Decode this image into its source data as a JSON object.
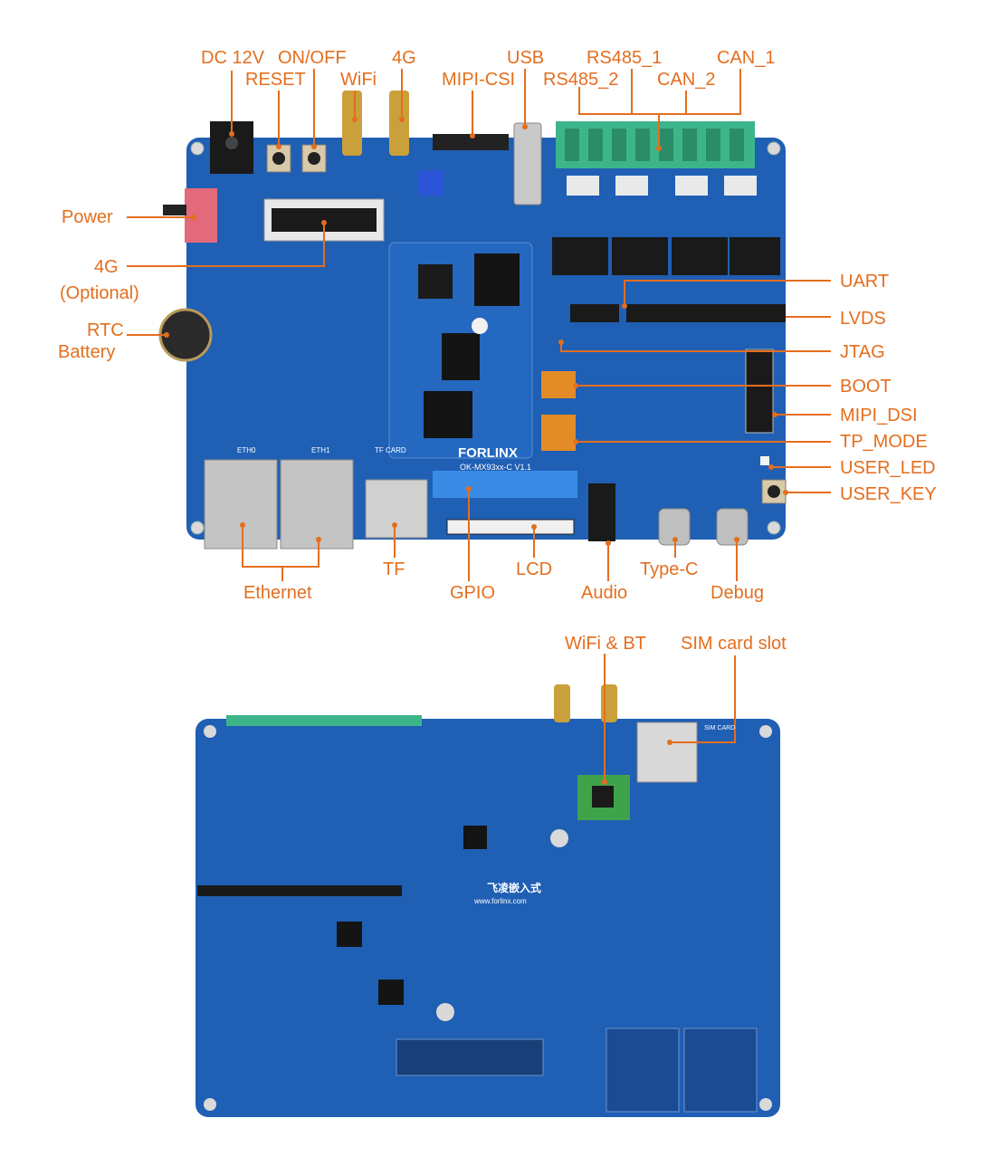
{
  "colors": {
    "label": "#e46e1e",
    "pcb": "#1f5fb4",
    "pcb_dark": "#184f98",
    "terminal": "#3db58a"
  },
  "top_board": {
    "labels": {
      "dc12v": "DC 12V",
      "reset": "RESET",
      "onoff": "ON/OFF",
      "wifi": "WiFi",
      "g4": "4G",
      "mipi_csi": "MIPI-CSI",
      "usb": "USB",
      "rs485_1": "RS485_1",
      "rs485_2": "RS485_2",
      "can_1": "CAN_1",
      "can_2": "CAN_2",
      "power": "Power",
      "g4_opt_1": "4G",
      "g4_opt_2": "(Optional)",
      "rtc_1": "RTC",
      "rtc_2": "Battery",
      "uart": "UART",
      "lvds": "LVDS",
      "jtag": "JTAG",
      "boot": "BOOT",
      "mipi_dsi": "MIPI_DSI",
      "tp_mode": "TP_MODE",
      "user_led": "USER_LED",
      "user_key": "USER_KEY",
      "ethernet": "Ethernet",
      "tf": "TF",
      "gpio": "GPIO",
      "lcd": "LCD",
      "audio": "Audio",
      "typec": "Type-C",
      "debug": "Debug"
    },
    "silk": {
      "brand": "FORLINX",
      "model": "OK-MX93xx-C V1.1",
      "eth0": "ETH0",
      "eth1": "ETH1",
      "tfcard": "TF CARD"
    }
  },
  "bottom_board": {
    "labels": {
      "wifi_bt": "WiFi & BT",
      "sim": "SIM card slot"
    },
    "silk": {
      "brand_cn": "飞凌嵌入式",
      "url": "www.forlinx.com",
      "sim_card": "SIM CARD"
    }
  }
}
